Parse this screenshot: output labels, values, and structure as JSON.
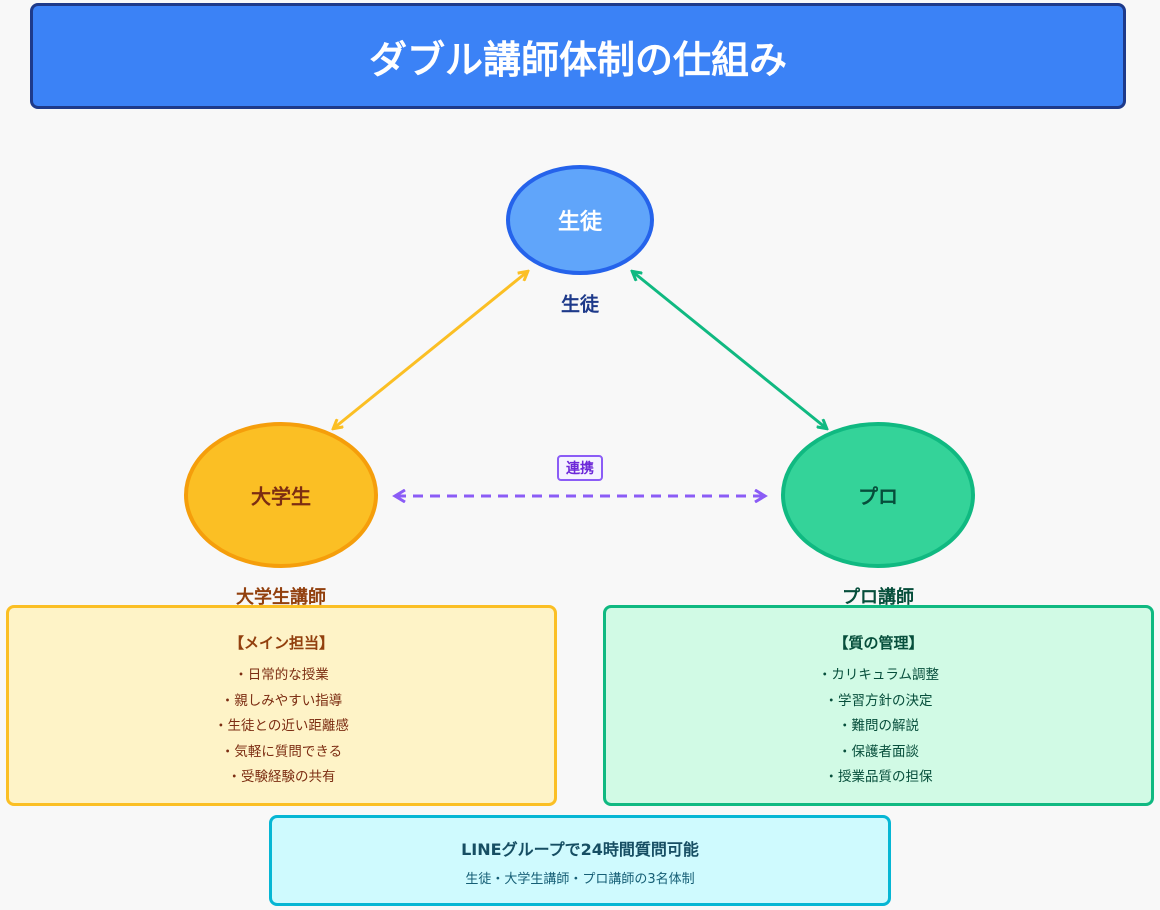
{
  "title": "ダブル講師体制の仕組み",
  "nodes": {
    "student": {
      "label": "生徒",
      "caption": "生徒"
    },
    "university": {
      "label": "大学生",
      "caption": "大学生講師"
    },
    "pro": {
      "label": "プロ",
      "caption": "プロ講師"
    }
  },
  "collaboration_label": "連携",
  "university_panel": {
    "heading": "【メイン担当】",
    "items": [
      "・日常的な授業",
      "・親しみやすい指導",
      "・生徒との近い距離感",
      "・気軽に質問できる",
      "・受験経験の共有"
    ]
  },
  "pro_panel": {
    "heading": "【質の管理】",
    "items": [
      "・カリキュラム調整",
      "・学習方針の決定",
      "・難問の解説",
      "・保護者面談",
      "・授業品質の担保"
    ]
  },
  "line_panel": {
    "heading": "LINEグループで24時間質問可能",
    "subtext": "生徒・大学生講師・プロ講師の3名体制"
  },
  "colors": {
    "title_bg": "#3b82f6",
    "student_node": "#60a5fa",
    "university_node": "#fbbf24",
    "pro_node": "#34d399",
    "collab_arrow": "#8b5cf6",
    "student_univ_arrow": "#fbbf24",
    "student_pro_arrow": "#10b981"
  }
}
